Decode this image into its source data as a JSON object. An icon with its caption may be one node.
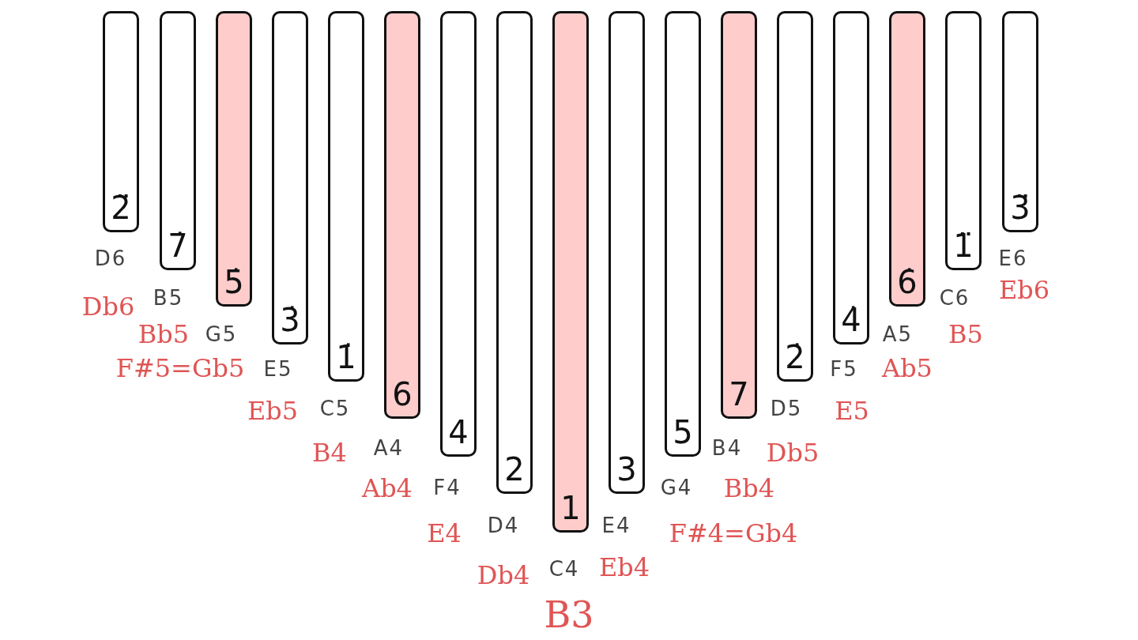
{
  "diagram": {
    "nodes": [
      {
        "text": [
          "2̈"
        ],
        "beside": [
          "D6",
          "Db6"
        ]
      },
      {
        "text": [
          "7̇"
        ],
        "beside": [
          "B5",
          "Bb5"
        ]
      },
      {
        "text": [
          "5̇"
        ],
        "beside": [
          "G5",
          "F#5=Gb5"
        ]
      },
      {
        "text": [
          "3̇"
        ],
        "beside": [
          "E5",
          "Eb5"
        ]
      },
      {
        "text": [
          "1̇"
        ],
        "beside": [
          "C5",
          "B4"
        ]
      },
      {
        "text": [
          "6"
        ],
        "beside": [
          "A4",
          "Ab4"
        ]
      },
      {
        "text": [
          "4"
        ],
        "beside": [
          "F4",
          "E4"
        ]
      },
      {
        "text": [
          "2"
        ],
        "beside": [
          "D4",
          "Db4"
        ]
      },
      {
        "text": [
          "1"
        ],
        "beside": [
          "C4",
          "B3"
        ]
      },
      {
        "text": [
          "3"
        ],
        "beside": [
          "E4",
          "Eb4"
        ]
      },
      {
        "text": [
          "5"
        ],
        "beside": [
          "G4",
          "F#4=Gb4"
        ]
      },
      {
        "text": [
          "7"
        ],
        "beside": [
          "B4",
          "Bb4"
        ]
      },
      {
        "text": [
          "2̇"
        ],
        "beside": [
          "D5",
          "Db5"
        ]
      },
      {
        "text": [
          "4̇"
        ],
        "beside": [
          "F5",
          "E5"
        ]
      },
      {
        "text": [
          "6̇"
        ],
        "beside": [
          "A5",
          "Ab5"
        ]
      },
      {
        "text": [
          "1̈"
        ],
        "beside": [
          "C6",
          "B5"
        ]
      },
      {
        "text": [
          "3̈"
        ],
        "beside": [
          "E6",
          "Eb6"
        ]
      }
    ],
    "edges": []
  }
}
